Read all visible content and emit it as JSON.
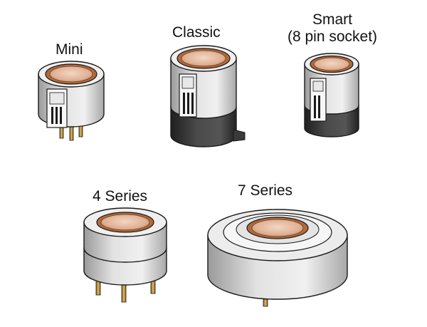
{
  "sensors": {
    "mini": {
      "name": "Mini"
    },
    "classic": {
      "name": "Classic"
    },
    "smart": {
      "name": "Smart",
      "note": "(8 pin socket)"
    },
    "series4": {
      "name": "4 Series"
    },
    "series7": {
      "name": "7 Series"
    }
  },
  "colors": {
    "body_gray": "#d9d9d9",
    "body_shadow": "#b5b5b5",
    "base_black": "#3a3a3a",
    "filter_copper": "#b06a3c",
    "filter_inner": "#e4b9a0",
    "pin_gold": "#b58a32",
    "outline": "#1a1a1a"
  }
}
